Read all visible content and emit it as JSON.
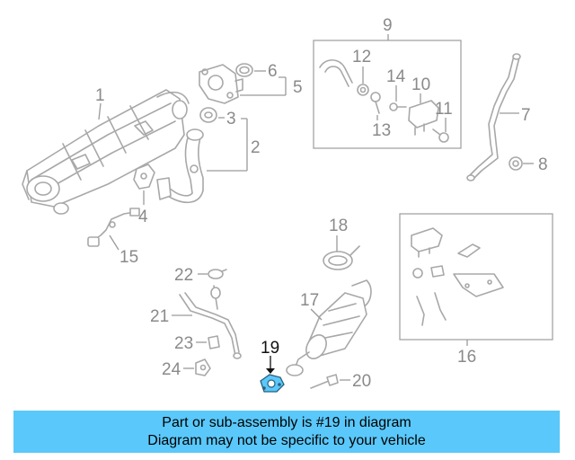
{
  "callouts": {
    "c1": "1",
    "c2": "2",
    "c3": "3",
    "c4": "4",
    "c5": "5",
    "c6": "6",
    "c7": "7",
    "c8": "8",
    "c9": "9",
    "c10": "10",
    "c11": "11",
    "c12": "12",
    "c13": "13",
    "c14": "14",
    "c15": "15",
    "c16": "16",
    "c17": "17",
    "c18": "18",
    "c19": "19",
    "c20": "20",
    "c21": "21",
    "c22": "22",
    "c23": "23",
    "c24": "24"
  },
  "highlighted_part": "19",
  "colors": {
    "banner": "#5ac8fa",
    "highlight": "#5ac8fa",
    "line_art": "#a8a8a8"
  },
  "banner": {
    "line1": "Part or sub-assembly is #19 in diagram",
    "line2": "Diagram may not be specific to your vehicle"
  }
}
